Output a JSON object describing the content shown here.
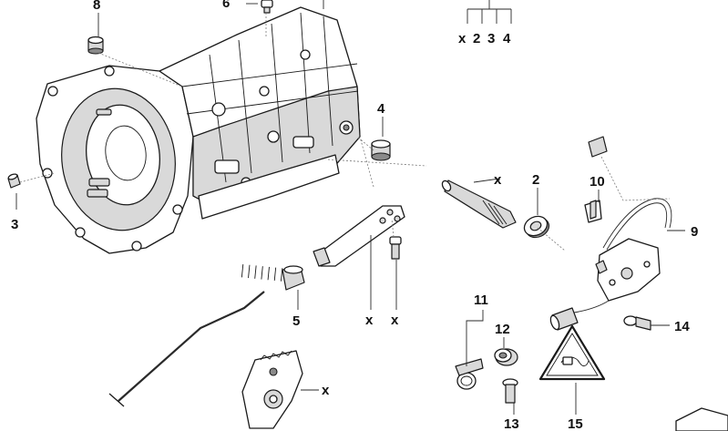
{
  "callouts": {
    "c8": "8",
    "c6": "6",
    "c3": "3",
    "c4": "4",
    "c2": "2",
    "c10": "10",
    "c9": "9",
    "c5": "5",
    "c11": "11",
    "c12": "12",
    "c13": "13",
    "c14": "14",
    "c15": "15",
    "x_shaft": "x",
    "x_lever": "x",
    "x_bolt": "x",
    "x_selector": "x"
  },
  "legend": {
    "x": "x",
    "n2": "2",
    "n3": "3",
    "n4": "4"
  }
}
